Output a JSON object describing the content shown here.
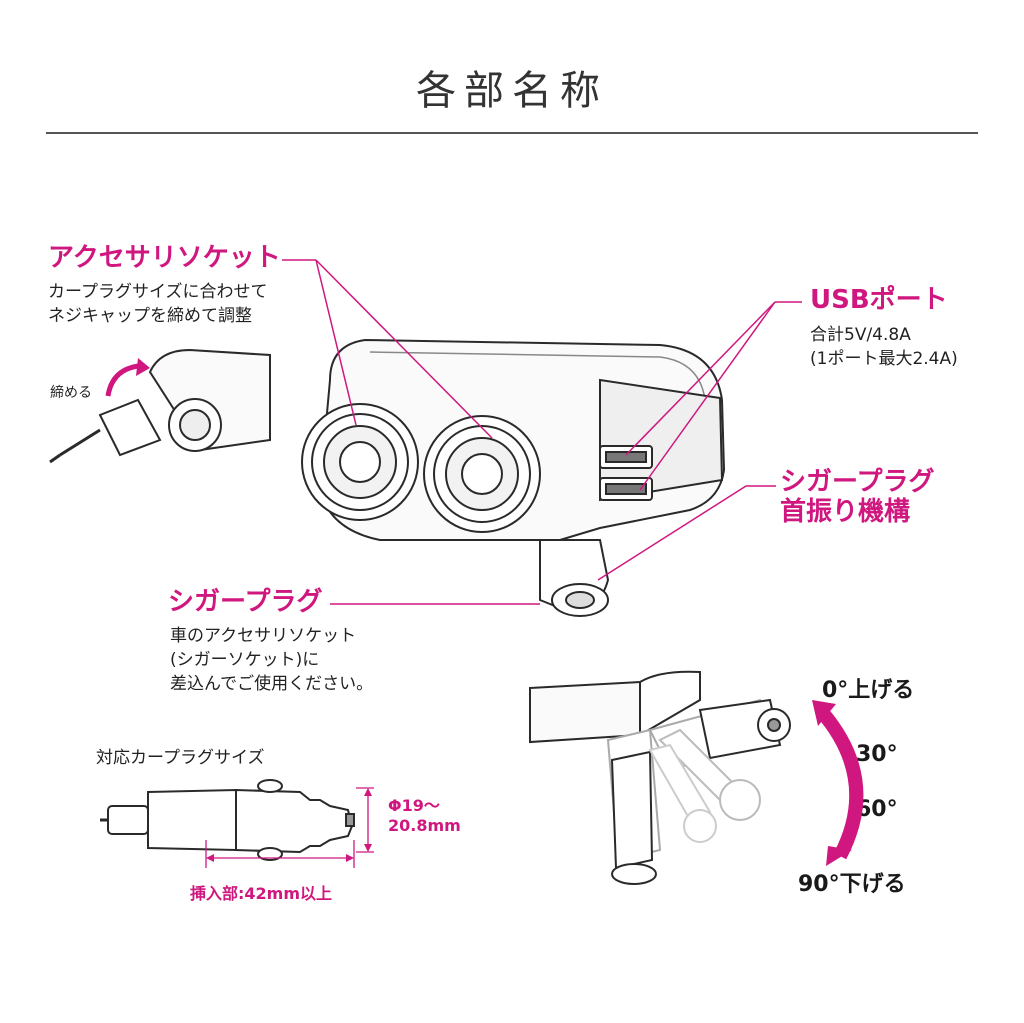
{
  "title": "各部名称",
  "accessory_socket": {
    "heading": "アクセサリソケット",
    "desc_lines": [
      "カープラグサイズに合わせて",
      "ネジキャップを締めて調整"
    ],
    "tighten_label": "締める"
  },
  "usb_port": {
    "heading": "USBポート",
    "desc_lines": [
      "合計5V/4.8A",
      "(1ポート最大2.4A)"
    ]
  },
  "swivel": {
    "heading_lines": [
      "シガープラグ",
      "首振り機構"
    ]
  },
  "cigar_plug": {
    "heading": "シガープラグ",
    "desc_lines": [
      "車のアクセサリソケット",
      "(シガーソケット)に",
      "差込んでご使用ください。"
    ]
  },
  "plug_size": {
    "heading": "対応カープラグサイズ",
    "diameter_lines": [
      "Φ19〜",
      "20.8mm"
    ],
    "insert_label": "挿入部:42mm以上"
  },
  "angles": {
    "a0": "0°上げる",
    "a30": "30°",
    "a60": "60°",
    "a90": "90°下げる"
  },
  "colors": {
    "accent": "#d0177f",
    "line": "#333333"
  }
}
